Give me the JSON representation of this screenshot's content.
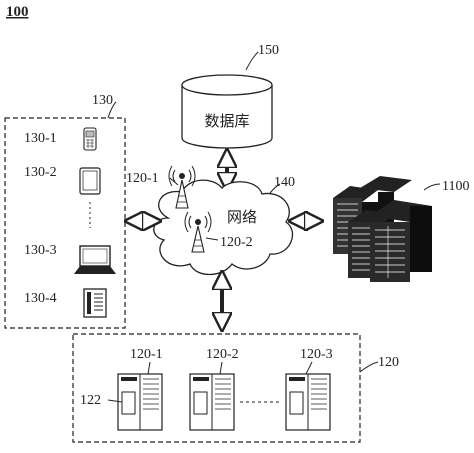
{
  "figure_label": "100",
  "database": {
    "ref": "150",
    "text": "数据库"
  },
  "network": {
    "ref": "140",
    "text": "网络"
  },
  "terminal_group": {
    "ref": "130",
    "items": [
      {
        "label": "130-1",
        "icon": "mobile-phone-icon"
      },
      {
        "label": "130-2",
        "icon": "tablet-icon"
      },
      {
        "label": "130-3",
        "icon": "laptop-icon"
      },
      {
        "label": "130-4",
        "icon": "desktop-device-icon"
      }
    ]
  },
  "network_nodes": [
    {
      "label": "120-1",
      "icon": "base-station-antenna-icon"
    },
    {
      "label": "120-2",
      "icon": "base-station-antenna-icon"
    }
  ],
  "server_cluster": {
    "ref": "1100",
    "icon": "server-rack-icon"
  },
  "node_group": {
    "ref": "120",
    "component_ref": "122",
    "items": [
      {
        "label": "120-1"
      },
      {
        "label": "120-2"
      },
      {
        "label": "120-3"
      }
    ]
  }
}
